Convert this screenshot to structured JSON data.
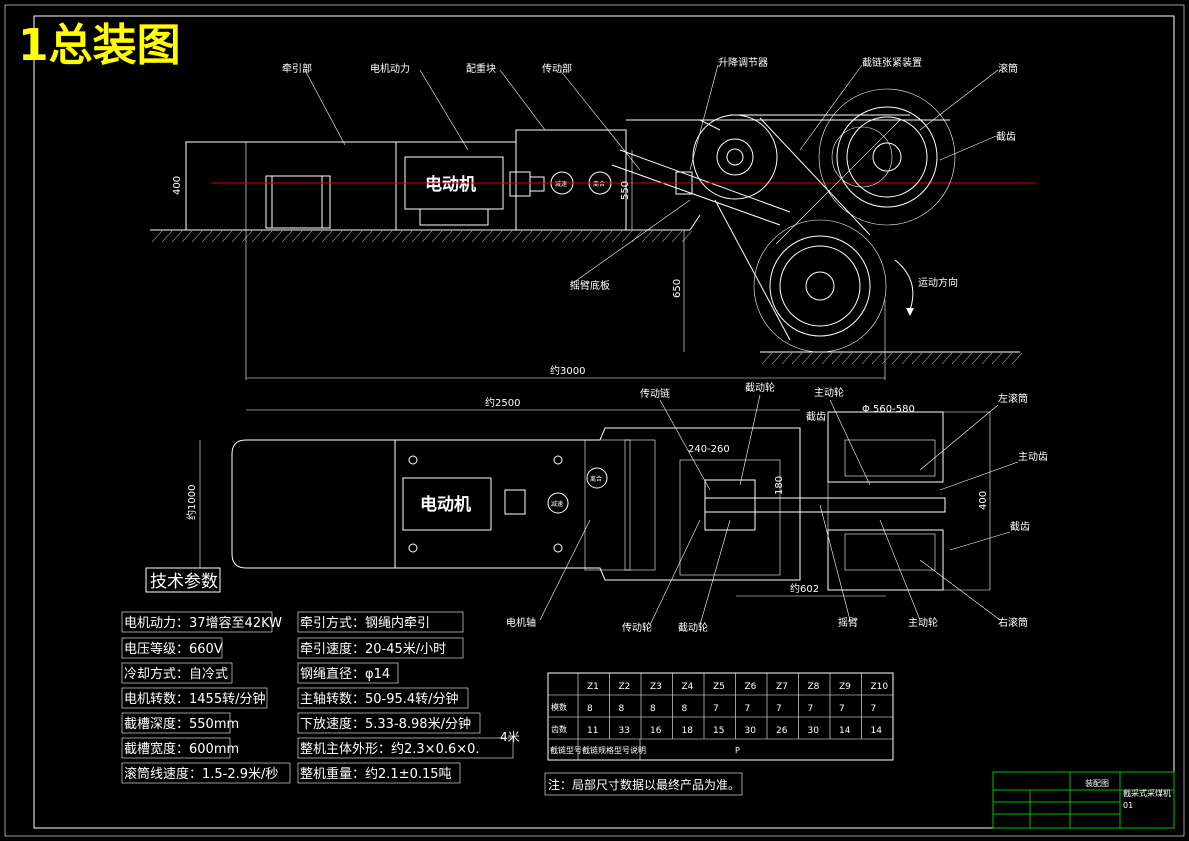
{
  "title": "1总装图",
  "colors": {
    "background": "#000000",
    "title": "#ffff00",
    "line": "#ffffff",
    "centerline": "#e00000",
    "titleblock": "#00c000"
  },
  "side_view": {
    "callouts": [
      "牵引部",
      "电机动力",
      "配重块",
      "传动部",
      "升降调节器",
      "截链张紧装置",
      "滚筒",
      "截齿",
      "摇臂底板",
      "运动方向"
    ],
    "motor_label": "电动机",
    "coupling_labels": [
      "减速",
      "离合"
    ],
    "dims": {
      "height": "400",
      "arm": "550",
      "depth": "650",
      "length": "约3000"
    }
  },
  "top_view": {
    "callouts": [
      "传动链",
      "截动轮",
      "主动轮",
      "截齿",
      "左滚筒",
      "主动齿",
      "截齿",
      "电机轴",
      "传动轮",
      "截动轮",
      "摇臂",
      "主动轮",
      "右滚筒"
    ],
    "motor_label": "电动机",
    "coupling_labels": [
      "减速",
      "离合"
    ],
    "dims": {
      "length": "约2500",
      "width": "约1000",
      "center": "240-260",
      "drum": "Φ 560-580",
      "right": "400",
      "small": "180",
      "pitch": "约602"
    }
  },
  "tech_params": {
    "heading": "技术参数",
    "left": [
      "电机动力：37增容至42KW",
      "电压等级：660V",
      "冷却方式：自冷式",
      "电机转数：1455转/分钟",
      "截槽深度：550mm",
      "截槽宽度：600mm",
      "滚筒线速度：1.5-2.9米/秒"
    ],
    "right": [
      "牵引方式：钢绳内牵引",
      "牵引速度：20-45米/小时",
      "钢绳直径：φ14",
      "主轴转数：50-95.4转/分钟",
      "下放速度：5.33-8.98米/分钟",
      "整机主体外形：约2.3×0.6×0.",
      "整机重量：约2.1±0.15吨"
    ],
    "suffix": "4米"
  },
  "table": {
    "row1": [
      "Z1",
      "Z2",
      "Z3",
      "Z4",
      "Z5",
      "Z6",
      "Z7",
      "Z8",
      "Z9",
      "Z10"
    ],
    "row2_head": "模数",
    "row2": [
      "8",
      "8",
      "8",
      "8",
      "7",
      "7",
      "7",
      "7",
      "7",
      "7"
    ],
    "row3_head": "齿数",
    "row3": [
      "11",
      "33",
      "16",
      "18",
      "15",
      "30",
      "26",
      "30",
      "14",
      "14"
    ],
    "row4_head": "截链型号",
    "row4": [
      "截链规格型号说明",
      "P"
    ]
  },
  "note": "注：局部尺寸数据以最终产品为准。",
  "titleblock": {
    "name": "装配图",
    "product": "截采式采煤机",
    "code": "01"
  }
}
